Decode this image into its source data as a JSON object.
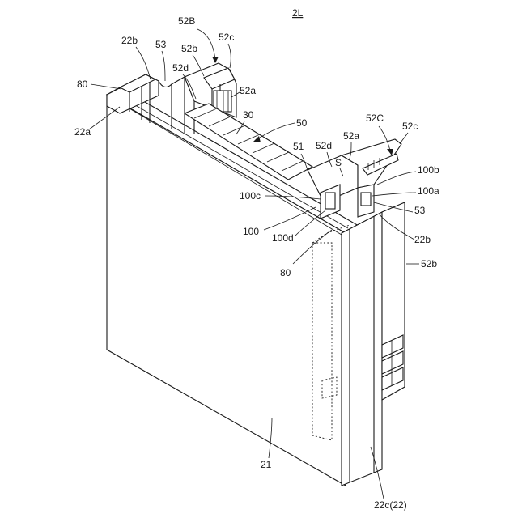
{
  "figure": {
    "title": "2L",
    "labels": {
      "l_22b_left": "22b",
      "l_53_top": "53",
      "l_52B": "52B",
      "l_52b_top": "52b",
      "l_52c_top": "52c",
      "l_80_left": "80",
      "l_52d_top": "52d",
      "l_52a_top": "52a",
      "l_22a": "22a",
      "l_30": "30",
      "l_50": "50",
      "l_52C": "52C",
      "l_52c_right": "52c",
      "l_51": "51",
      "l_52d_mid": "52d",
      "l_52a_mid": "52a",
      "l_S": "S",
      "l_100b": "100b",
      "l_100c": "100c",
      "l_100a": "100a",
      "l_53_right": "53",
      "l_100": "100",
      "l_100d": "100d",
      "l_22b_right": "22b",
      "l_52b_right": "52b",
      "l_80_mid": "80",
      "l_21": "21",
      "l_22c": "22c(22)"
    }
  }
}
